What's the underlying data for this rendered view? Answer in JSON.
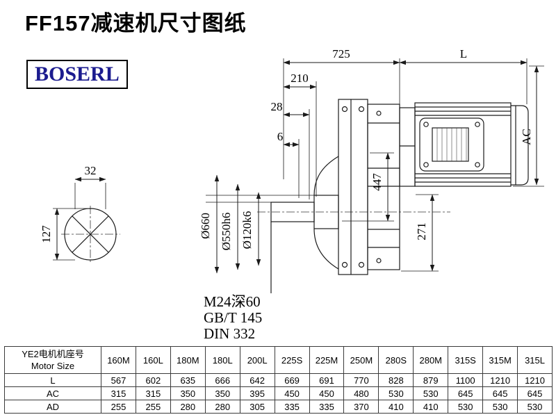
{
  "page": {
    "title": "FF157减速机尺寸图纸",
    "brand": "BOSERL",
    "brand_color": "#1c1c8f"
  },
  "drawing": {
    "dims": {
      "d725": "725",
      "dL": "L",
      "d210": "210",
      "d28": "28",
      "d6": "6",
      "dAC": "AC",
      "d447": "447",
      "d271": "271",
      "d32": "32",
      "d127": "127",
      "dia_flange": "Ø660",
      "dia_spigot": "Ø550h6",
      "dia_shaft": "Ø120k6"
    },
    "notes": [
      "M24深60",
      "GB/T 145",
      "DIN 332"
    ]
  },
  "table": {
    "header_cn": "YE2电机机座号",
    "header_en": "Motor Size",
    "columns": [
      "160M",
      "160L",
      "180M",
      "180L",
      "200L",
      "225S",
      "225M",
      "250M",
      "280S",
      "280M",
      "315S",
      "315M",
      "315L"
    ],
    "rows": [
      {
        "label": "L",
        "values": [
          567,
          602,
          635,
          666,
          642,
          669,
          691,
          770,
          828,
          879,
          1100,
          1210,
          1210
        ]
      },
      {
        "label": "AC",
        "values": [
          315,
          315,
          350,
          350,
          395,
          450,
          450,
          480,
          530,
          530,
          645,
          645,
          645
        ]
      },
      {
        "label": "AD",
        "values": [
          255,
          255,
          280,
          280,
          305,
          335,
          335,
          370,
          410,
          410,
          530,
          530,
          530
        ]
      }
    ]
  }
}
